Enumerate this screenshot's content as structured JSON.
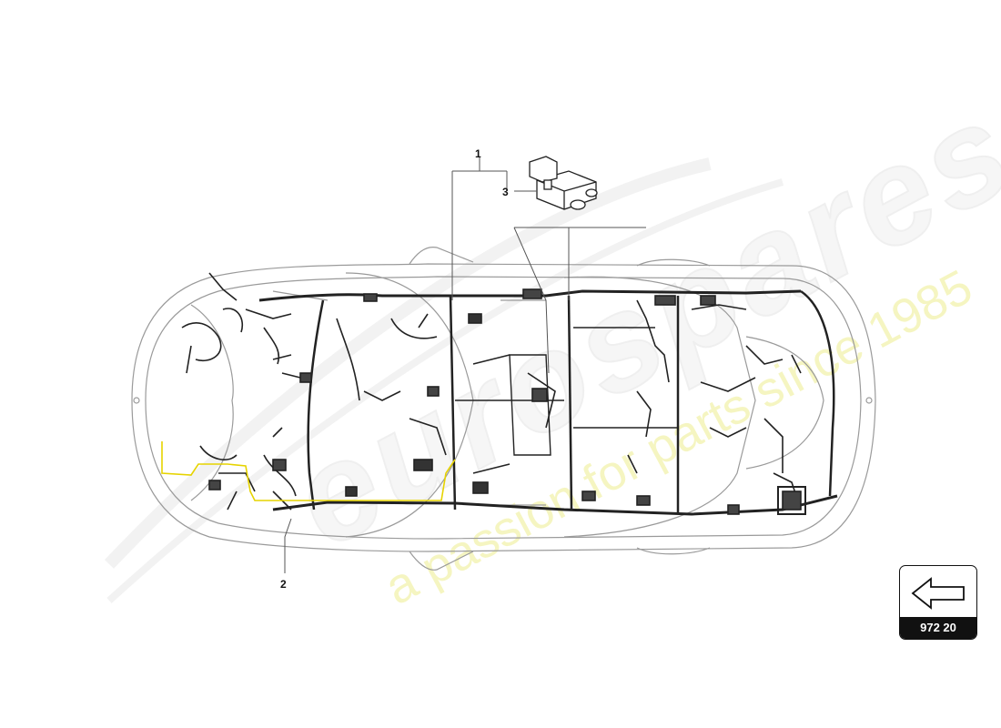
{
  "diagram": {
    "callouts": [
      {
        "id": "1",
        "label": "1"
      },
      {
        "id": "2",
        "label": "2"
      },
      {
        "id": "3",
        "label": "3"
      }
    ]
  },
  "reference": {
    "code": "972 20",
    "icon": "left-arrow-icon"
  },
  "watermark": {
    "brand": "eurospares",
    "tagline": "a passion for parts since 1985",
    "color": "#e8e8a0"
  },
  "colors": {
    "highlight_harness": "#e6d300",
    "harness": "#222222",
    "car_outline": "#9a9a9a"
  }
}
